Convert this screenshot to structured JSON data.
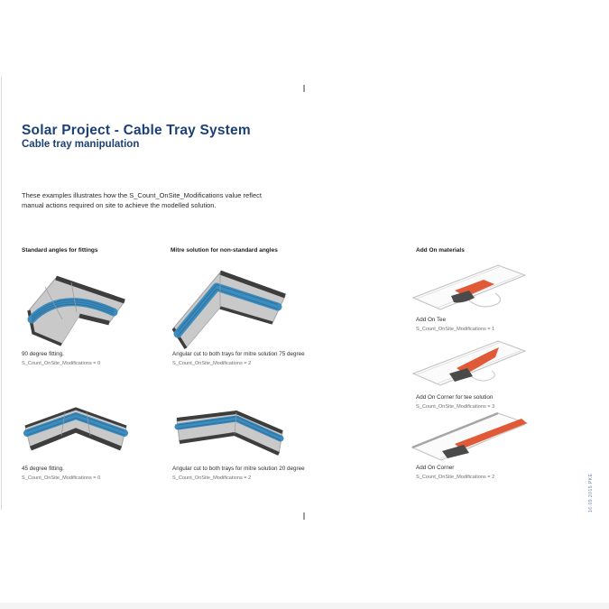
{
  "page": {
    "title": "Solar Project - Cable Tray System",
    "subtitle": "Cable tray manipulation",
    "intro": "These examples illustrates how the S_Count_OnSite_Modifications value reflect manual actions required on site to achieve the modelled solution.",
    "stamp": "16.09.2015 PKE"
  },
  "columns": [
    {
      "header": "Standard angles for fittings",
      "figures": [
        {
          "caption": "90 degree fitting.",
          "modifications": "S_Count_OnSite_Modifications = 0",
          "illustration": "90-degree-fitting"
        },
        {
          "caption": "45 degree fitting.",
          "modifications": "S_Count_OnSite_Modifications = 0",
          "illustration": "45-degree-fitting"
        }
      ]
    },
    {
      "header": "Mitre solution for non-standard angles",
      "figures": [
        {
          "caption": "Angular cut to both trays for mitre solution 75 degree",
          "modifications": "S_Count_OnSite_Modifications = 2",
          "illustration": "mitre-75-degree"
        },
        {
          "caption": "Angular cut to both trays for mitre solution 20 degree",
          "modifications": "S_Count_OnSite_Modifications = 2",
          "illustration": "mitre-20-degree"
        }
      ]
    },
    {
      "header": "Add On materials",
      "figures": [
        {
          "caption": "Add On Tee",
          "modifications": "S_Count_OnSite_Modifications = 1",
          "illustration": "add-on-tee"
        },
        {
          "caption": "Add On Corner for tee solution",
          "modifications": "S_Count_OnSite_Modifications = 3",
          "illustration": "add-on-corner-for-tee"
        },
        {
          "caption": "Add On Corner",
          "modifications": "S_Count_OnSite_Modifications = 2",
          "illustration": "add-on-corner"
        }
      ]
    }
  ],
  "colors": {
    "title_blue": "#1c4076",
    "tray_gray": "#c9c9c9",
    "tray_edge_dark": "#3d3d3d",
    "tray_edge_silver": "#a5a5a5",
    "cable_blue": "#3d8cbe",
    "cable_blue_dark": "#2e719e",
    "addon_orange": "#e05a38",
    "addon_dark": "#4a4a4a",
    "outline_tray": "#c0c0c0",
    "caption_text": "#2f2f2f",
    "sub_caption_text": "#6e6e6e",
    "stamp_blue": "#6c87ad"
  }
}
